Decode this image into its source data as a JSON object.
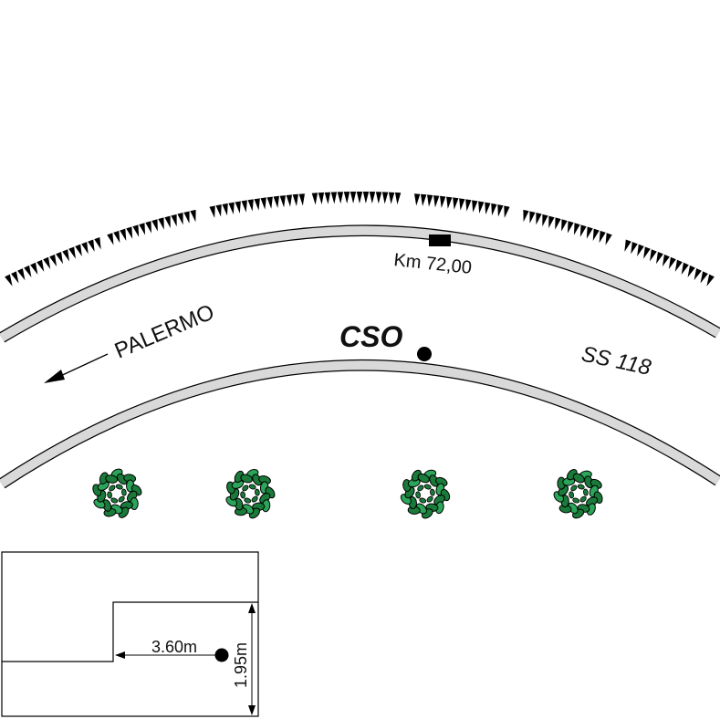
{
  "map": {
    "station_label": "CSO",
    "road_name": "SS 118",
    "direction_label": "PALERMO",
    "km_marker_label": "Km 72,00",
    "inset": {
      "horizontal_distance": "3.60m",
      "vertical_distance": "1.95m"
    }
  },
  "colors": {
    "road_fill": "#d9d9d9",
    "tree_leaf_dark": "#1a7a3a",
    "tree_leaf_light": "#2aa55a",
    "ink": "#000000"
  },
  "icons": {
    "tree": "tree-icon",
    "embankment": "embankment-tick-icon",
    "station": "station-dot-icon"
  }
}
